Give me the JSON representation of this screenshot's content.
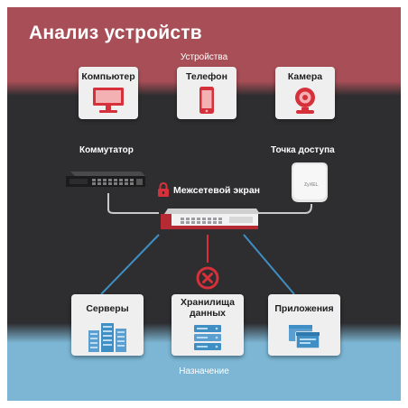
{
  "title": "Анализ устройств",
  "sources_label": "Устройства",
  "destinations_label": "Назначение",
  "sources": [
    {
      "label": "Компьютер",
      "icon": "monitor-icon"
    },
    {
      "label": "Телефон",
      "icon": "phone-icon"
    },
    {
      "label": "Камера",
      "icon": "webcam-icon"
    }
  ],
  "network": {
    "switch_label": "Коммутатор",
    "access_point_label": "Точка доступа",
    "firewall_label": "Межсетевой экран",
    "firewall_icon": "lock-icon",
    "blocked_icon": "blocked-x-icon"
  },
  "destinations": [
    {
      "label": "Серверы",
      "icon": "servers-icon"
    },
    {
      "label": "Хранилища данных",
      "icon": "storage-icon"
    },
    {
      "label": "Приложения",
      "icon": "apps-icon"
    }
  ],
  "colors": {
    "top_band": "#a84e56",
    "bottom_band": "#7cb6d4",
    "background": "#2e2e30",
    "accent_red": "#d6303b",
    "accent_blue": "#3f8fc4"
  }
}
